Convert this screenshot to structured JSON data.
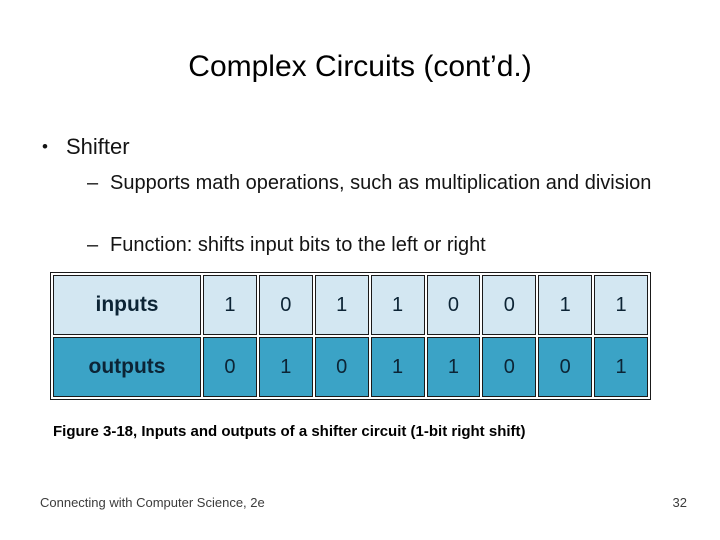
{
  "slide": {
    "title": "Complex Circuits (cont’d.)",
    "bullet": {
      "marker": "•",
      "label": "Shifter"
    },
    "sub_bullets": [
      {
        "marker": "–",
        "text": "Supports math operations, such as multiplication and division"
      },
      {
        "marker": "–",
        "text": "Function: shifts input bits to the left or right"
      }
    ],
    "caption": "Figure 3-18, Inputs and outputs of a shifter circuit (1-bit right shift)",
    "footer": {
      "book": "Connecting with Computer Science, 2e",
      "page": "32"
    }
  },
  "chart_data": {
    "type": "table",
    "title": "Inputs and outputs of a shifter circuit (1-bit right shift)",
    "columns": [
      "label",
      "bit1",
      "bit2",
      "bit3",
      "bit4",
      "bit5",
      "bit6",
      "bit7",
      "bit8"
    ],
    "rows": [
      {
        "label": "inputs",
        "values": [
          "1",
          "0",
          "1",
          "1",
          "0",
          "0",
          "1",
          "1"
        ]
      },
      {
        "label": "outputs",
        "values": [
          "0",
          "1",
          "0",
          "1",
          "1",
          "0",
          "0",
          "1"
        ]
      }
    ]
  },
  "colors": {
    "inputs_row_bg": "#d3e7f2",
    "outputs_row_bg": "#3ba3c6",
    "cell_border": "#1a1a1a",
    "cell_text": "#0c2435",
    "background": "#ffffff"
  }
}
